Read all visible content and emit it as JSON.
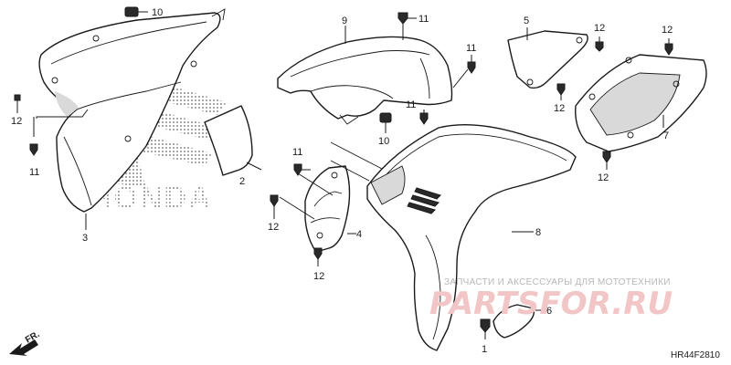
{
  "diagram": {
    "callouts": [
      {
        "id": "c10a",
        "text": "10"
      },
      {
        "id": "c12a",
        "text": "12"
      },
      {
        "id": "c11a",
        "text": "11"
      },
      {
        "id": "c3",
        "text": "3"
      },
      {
        "id": "c2",
        "text": "2"
      },
      {
        "id": "c9",
        "text": "9"
      },
      {
        "id": "c11b",
        "text": "11"
      },
      {
        "id": "c11c",
        "text": "11"
      },
      {
        "id": "c11d",
        "text": "11"
      },
      {
        "id": "c10b",
        "text": "10"
      },
      {
        "id": "c11e",
        "text": "11"
      },
      {
        "id": "c12b",
        "text": "12"
      },
      {
        "id": "c4",
        "text": "4"
      },
      {
        "id": "c12c",
        "text": "12"
      },
      {
        "id": "c5",
        "text": "5"
      },
      {
        "id": "c12d",
        "text": "12"
      },
      {
        "id": "c12e",
        "text": "12"
      },
      {
        "id": "c12f",
        "text": "12"
      },
      {
        "id": "c7",
        "text": "7"
      },
      {
        "id": "c12g",
        "text": "12"
      },
      {
        "id": "c8",
        "text": "8"
      },
      {
        "id": "c6",
        "text": "6"
      },
      {
        "id": "c1",
        "text": "1"
      }
    ],
    "front_arrow_label": "FR.",
    "diagram_code": "HR44F2810"
  },
  "watermark": {
    "text": "ЗАПЧАСТИ И АКСЕССУАРЫ ДЛЯ МОТОТЕХНИКИ",
    "logo": "PARTSFOR.RU"
  },
  "decals": {
    "honda_wordmark": "HONDA"
  },
  "colors": {
    "line": "#1a1a1a",
    "watermark_logo": "#f2c6c6",
    "watermark_text": "#b8b8b8"
  }
}
